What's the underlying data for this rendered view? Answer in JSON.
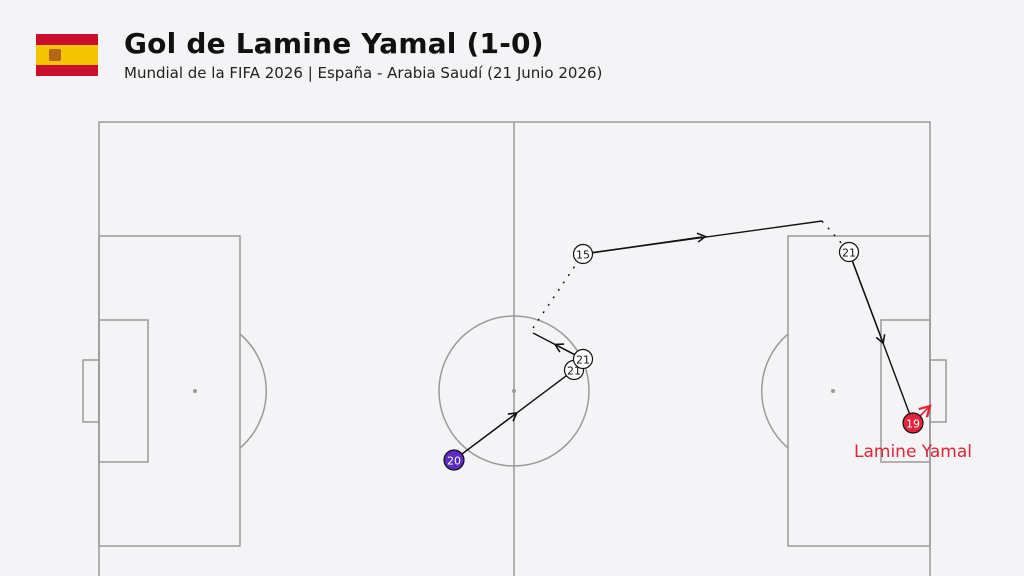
{
  "header": {
    "title": "Gol de Lamine Yamal (1-0)",
    "subtitle": "Mundial de la FIFA 2026 | España - Arabia Saudí (21 Junio 2026)"
  },
  "colors": {
    "background": "#f4f3f5",
    "pitch_lines": "#9a9a9a",
    "pass_line": "#111111",
    "start_player": "#5b2bc4",
    "scorer": "#e0243a",
    "flag_red": "#c8102e",
    "flag_yellow": "#f5c400"
  },
  "players": {
    "start": {
      "number": "20"
    },
    "p21_first": {
      "number": "21"
    },
    "p21_second": {
      "number": "21"
    },
    "p15": {
      "number": "15"
    },
    "p21_box": {
      "number": "21"
    },
    "scorer": {
      "number": "19",
      "name": "Lamine Yamal"
    }
  }
}
